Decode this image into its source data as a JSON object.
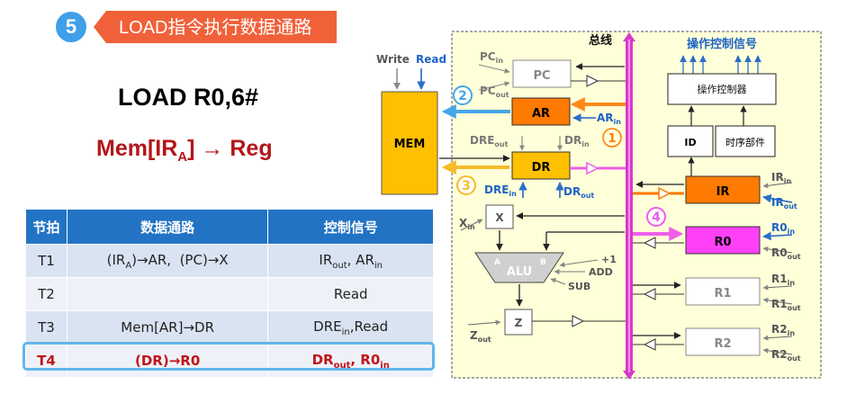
{
  "header": {
    "step_number": "5",
    "title": "LOAD指令执行数据通路"
  },
  "instruction": "LOAD R0,6#",
  "formula": {
    "left": "Mem[IR",
    "sub": "A",
    "right": "] → Reg"
  },
  "table": {
    "headers": [
      "节拍",
      "数据通路",
      "控制信号"
    ],
    "rows": [
      {
        "beat": "T1",
        "path_html": "(IR<sub>A</sub>)→AR,&nbsp; (PC)→X",
        "signal_html": "IR<sub>out</sub>, AR<sub>in</sub>"
      },
      {
        "beat": "T2",
        "path_html": "",
        "signal_html": "Read"
      },
      {
        "beat": "T3",
        "path_html": "Mem[AR]→DR",
        "signal_html": "DRE<sub>in</sub>,Read"
      },
      {
        "beat": "T4",
        "path_html": "(DR)→R0",
        "signal_html": "DR<sub>out</sub>, R0<sub>in</sub>"
      }
    ]
  },
  "diagram": {
    "bus": "总线",
    "control_signals": "操作控制信号",
    "controller": "操作控制器",
    "id": "ID",
    "timing": "时序部件",
    "mem": "MEM",
    "write": "Write",
    "read": "Read",
    "pc": "PC",
    "ar": "AR",
    "dr": "DR",
    "ir": "IR",
    "r0": "R0",
    "r1": "R1",
    "r2": "R2",
    "x": "X",
    "z": "Z",
    "alu": "ALU",
    "alu_a": "A",
    "alu_b": "B",
    "plus1": "+1",
    "add": "ADD",
    "sub": "SUB",
    "step1": "①",
    "step2": "②",
    "step3": "③",
    "step4": "④"
  },
  "colors": {
    "blue": "#2372c4",
    "orange": "#ffa51f",
    "pink": "#ee5fe9",
    "magenta_box": "#ff40f7",
    "accent_red": "#c0151a",
    "banner": "#f0613a",
    "yellow_bg": "#ffffd6",
    "mem": "#ffc000"
  }
}
